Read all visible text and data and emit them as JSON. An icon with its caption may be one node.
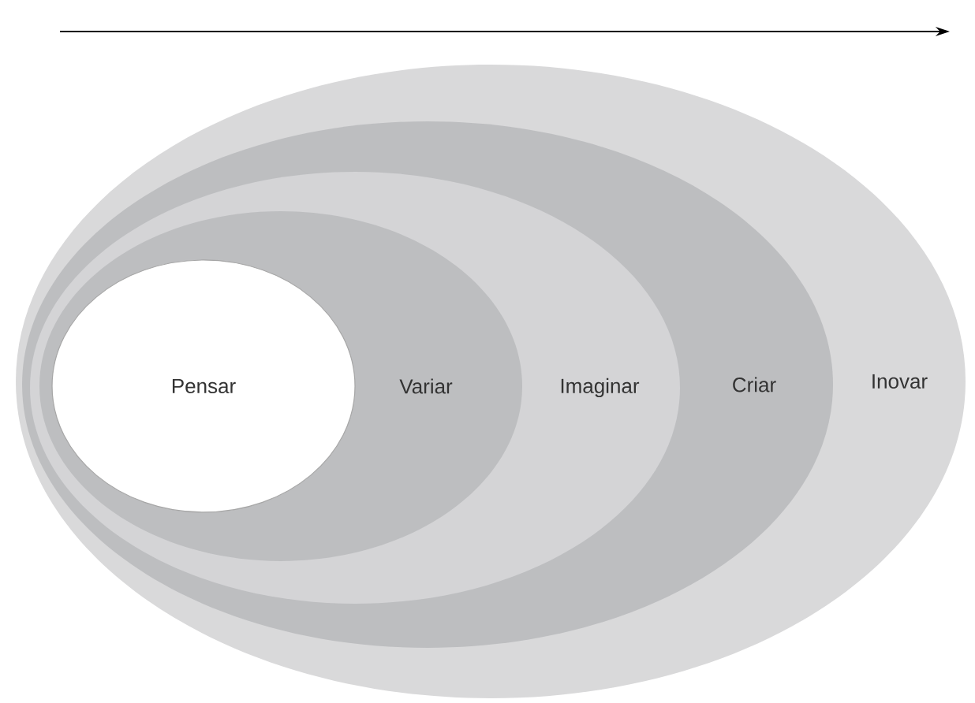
{
  "diagram": {
    "nodes": [
      {
        "text": [
          "Inovar"
        ]
      },
      {
        "text": [
          "Criar"
        ],
        "in": 0
      },
      {
        "text": [
          "Imaginar"
        ],
        "in": 1
      },
      {
        "text": [
          "Variar"
        ],
        "in": 2
      },
      {
        "text": [
          "Pensar"
        ],
        "in": 3
      }
    ]
  }
}
